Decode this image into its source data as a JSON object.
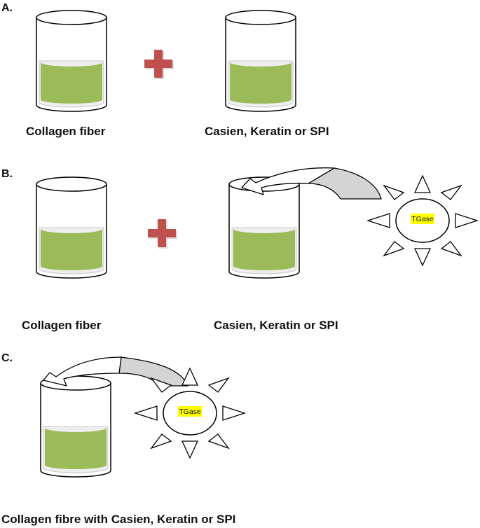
{
  "panels": {
    "a": {
      "label": "A.",
      "left_caption": "Collagen fiber",
      "right_caption": "Casien, Keratin or SPI"
    },
    "b": {
      "label": "B.",
      "left_caption": "Collagen fiber",
      "right_caption": "Casien, Keratin or SPI",
      "enzyme_label": "TGase"
    },
    "c": {
      "label": "C.",
      "enzyme_label": "TGase",
      "caption": "Collagen fibre with Casien, Keratin or SPI"
    }
  },
  "colors": {
    "liquid": "#9bbb59",
    "plus": "#c0504d",
    "arrow_tail": "#d4d4d4",
    "highlight": "#ffff00"
  }
}
